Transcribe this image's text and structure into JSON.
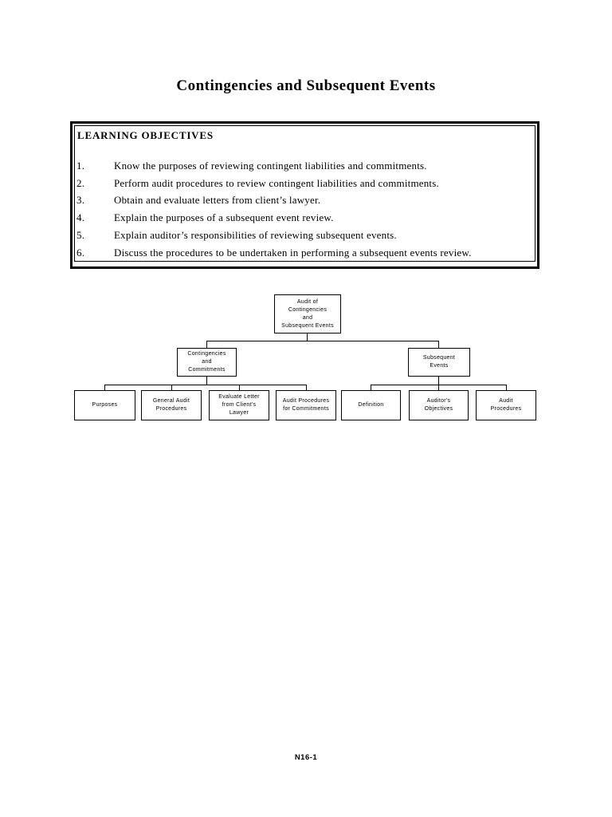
{
  "page": {
    "title": "Contingencies and Subsequent Events",
    "footer": "N16-1"
  },
  "learning_objectives": {
    "heading": "LEARNING OBJECTIVES",
    "items": [
      {
        "num": "1.",
        "text": "Know the purposes of reviewing contingent liabilities and commitments."
      },
      {
        "num": "2.",
        "text": "Perform audit procedures to review contingent liabilities and commitments."
      },
      {
        "num": "3.",
        "text": "Obtain and evaluate letters from client’s lawyer."
      },
      {
        "num": "4.",
        "text": "Explain the purposes of a subsequent event review."
      },
      {
        "num": "5.",
        "text": "Explain auditor’s responsibilities of reviewing subsequent events."
      },
      {
        "num": "6.",
        "text": "Discuss the procedures to be undertaken in performing a subsequent events review."
      }
    ]
  },
  "diagram": {
    "root": {
      "label": "Audit of\nContingencies\nand\nSubsequent Events"
    },
    "branches": [
      {
        "label": "Contingencies\nand\nCommitments",
        "children": [
          "Purposes",
          "General Audit\nProcedures",
          "Evaluate Letter\nfrom Client's\nLawyer",
          "Audit Procedures\nfor Commitments"
        ]
      },
      {
        "label": "Subsequent\nEvents",
        "children": [
          "Definition",
          "Auditor's\nObjectives",
          "Audit\nProcedures"
        ]
      }
    ]
  }
}
